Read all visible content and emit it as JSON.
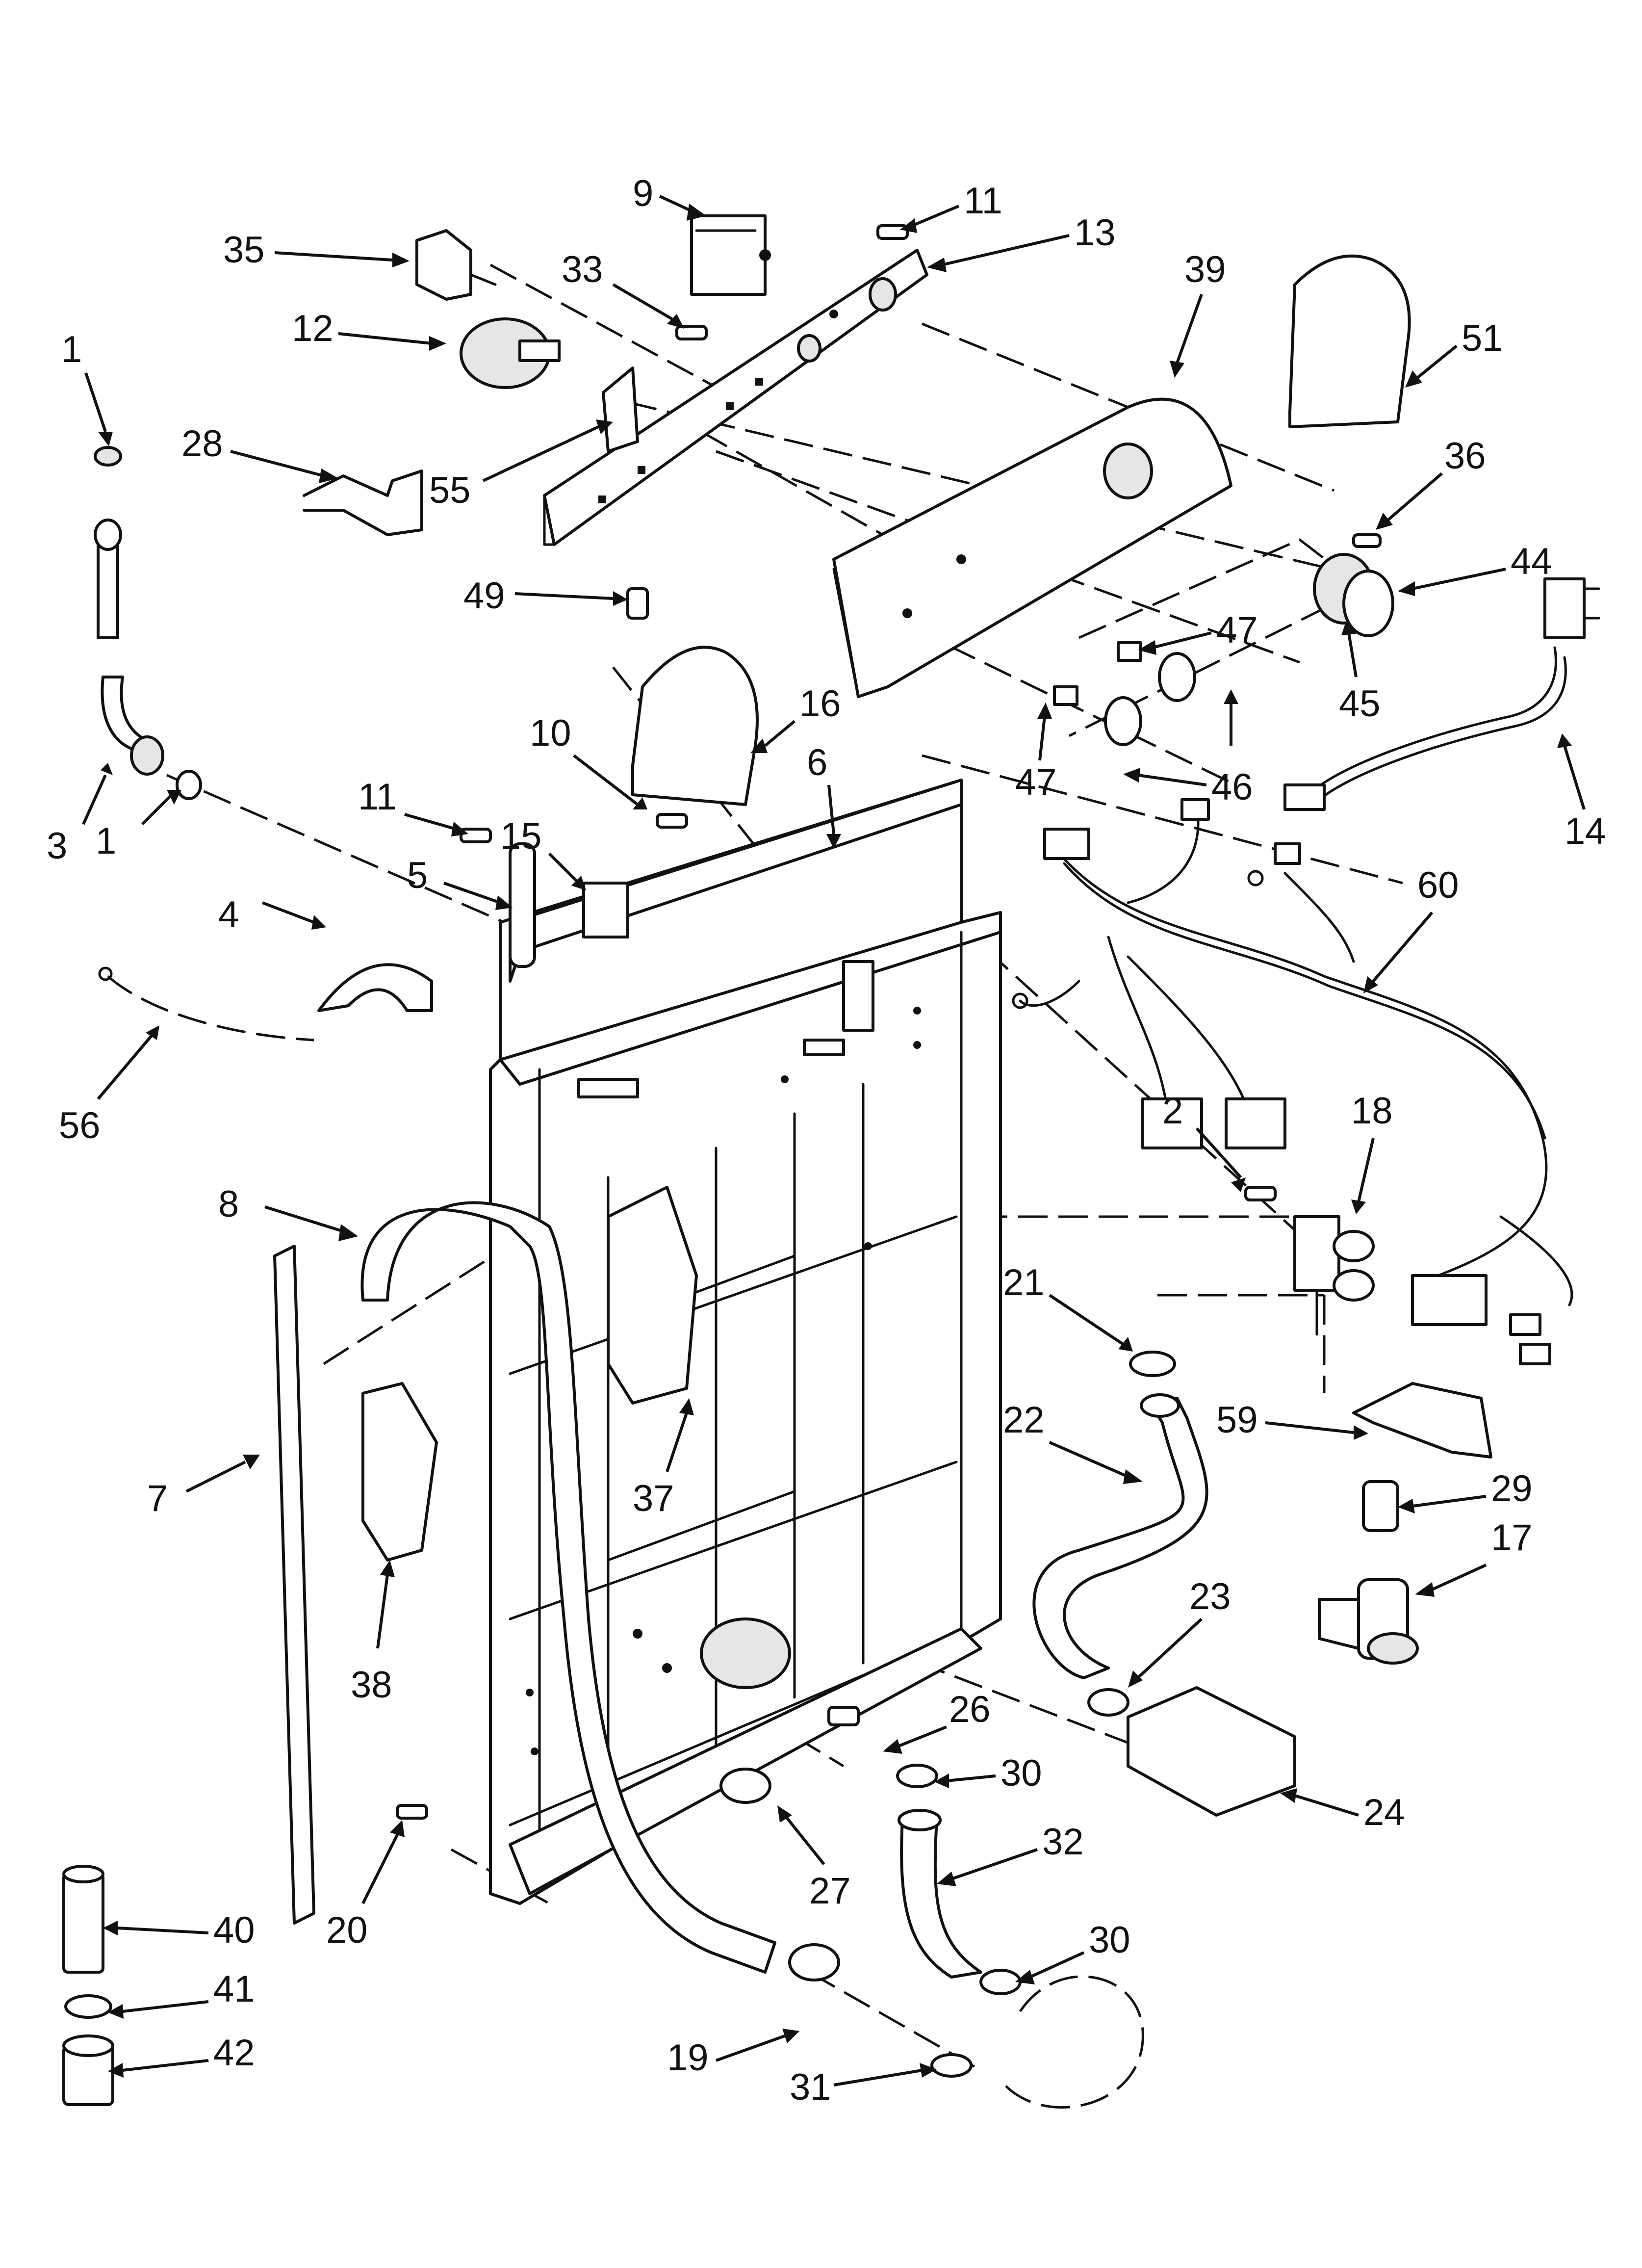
{
  "diagram": {
    "type": "exploded-parts-diagram",
    "callouts": [
      {
        "id": "c1a",
        "label": "1"
      },
      {
        "id": "c1b",
        "label": "1"
      },
      {
        "id": "c2",
        "label": "2"
      },
      {
        "id": "c3",
        "label": "3"
      },
      {
        "id": "c4",
        "label": "4"
      },
      {
        "id": "c5",
        "label": "5"
      },
      {
        "id": "c6",
        "label": "6"
      },
      {
        "id": "c7",
        "label": "7"
      },
      {
        "id": "c8",
        "label": "8"
      },
      {
        "id": "c9",
        "label": "9"
      },
      {
        "id": "c10",
        "label": "10"
      },
      {
        "id": "c11a",
        "label": "11"
      },
      {
        "id": "c11b",
        "label": "11"
      },
      {
        "id": "c12",
        "label": "12"
      },
      {
        "id": "c13",
        "label": "13"
      },
      {
        "id": "c14",
        "label": "14"
      },
      {
        "id": "c15",
        "label": "15"
      },
      {
        "id": "c16",
        "label": "16"
      },
      {
        "id": "c17",
        "label": "17"
      },
      {
        "id": "c18",
        "label": "18"
      },
      {
        "id": "c19",
        "label": "19"
      },
      {
        "id": "c20",
        "label": "20"
      },
      {
        "id": "c21",
        "label": "21"
      },
      {
        "id": "c22",
        "label": "22"
      },
      {
        "id": "c23",
        "label": "23"
      },
      {
        "id": "c24",
        "label": "24"
      },
      {
        "id": "c26",
        "label": "26"
      },
      {
        "id": "c27",
        "label": "27"
      },
      {
        "id": "c28",
        "label": "28"
      },
      {
        "id": "c29",
        "label": "29"
      },
      {
        "id": "c30a",
        "label": "30"
      },
      {
        "id": "c30b",
        "label": "30"
      },
      {
        "id": "c31",
        "label": "31"
      },
      {
        "id": "c32",
        "label": "32"
      },
      {
        "id": "c33",
        "label": "33"
      },
      {
        "id": "c35",
        "label": "35"
      },
      {
        "id": "c36",
        "label": "36"
      },
      {
        "id": "c37",
        "label": "37"
      },
      {
        "id": "c38",
        "label": "38"
      },
      {
        "id": "c39",
        "label": "39"
      },
      {
        "id": "c40",
        "label": "40"
      },
      {
        "id": "c41",
        "label": "41"
      },
      {
        "id": "c42",
        "label": "42"
      },
      {
        "id": "c44",
        "label": "44"
      },
      {
        "id": "c45",
        "label": "45"
      },
      {
        "id": "c46",
        "label": "46"
      },
      {
        "id": "c47a",
        "label": "47"
      },
      {
        "id": "c47b",
        "label": "47"
      },
      {
        "id": "c49",
        "label": "49"
      },
      {
        "id": "c51",
        "label": "51"
      },
      {
        "id": "c55",
        "label": "55"
      },
      {
        "id": "c56",
        "label": "56"
      },
      {
        "id": "c59",
        "label": "59"
      },
      {
        "id": "c60",
        "label": "60"
      }
    ]
  }
}
